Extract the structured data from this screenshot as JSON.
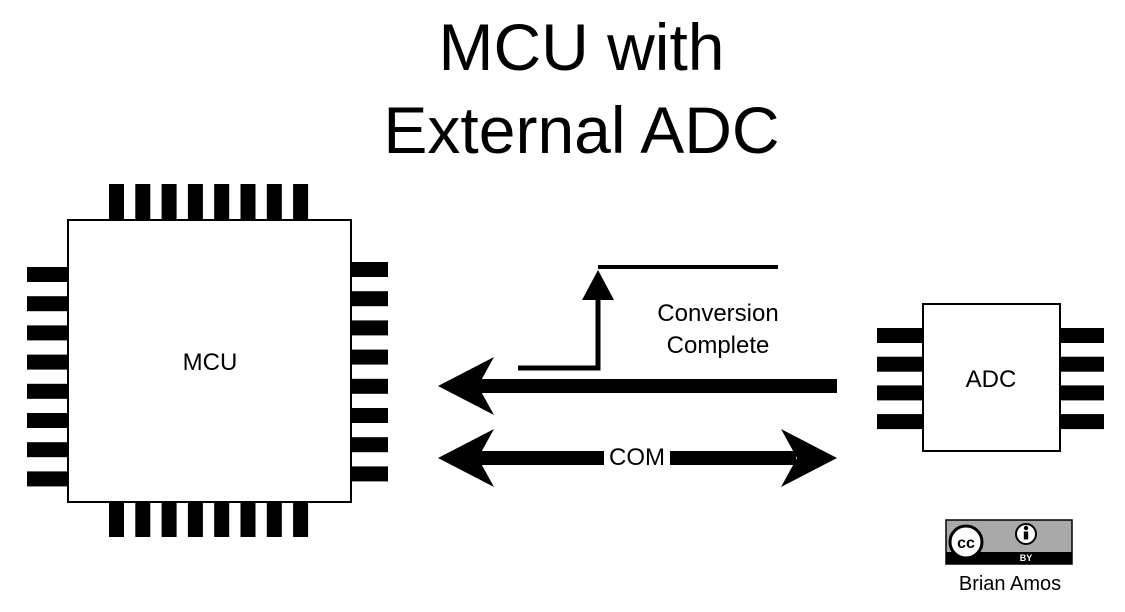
{
  "title": {
    "line1": "MCU with",
    "line2": "External ADC"
  },
  "mcu": {
    "label": "MCU"
  },
  "adc": {
    "label": "ADC"
  },
  "signals": {
    "conversion_complete": {
      "line1": "Conversion",
      "line2": "Complete"
    },
    "com": {
      "label": "COM"
    }
  },
  "license": {
    "badge_left": "cc",
    "badge_right": "BY",
    "author": "Brian Amos"
  },
  "colors": {
    "stroke": "#000000",
    "fill": "#ffffff",
    "badge_bg": "#a9a9a9"
  }
}
